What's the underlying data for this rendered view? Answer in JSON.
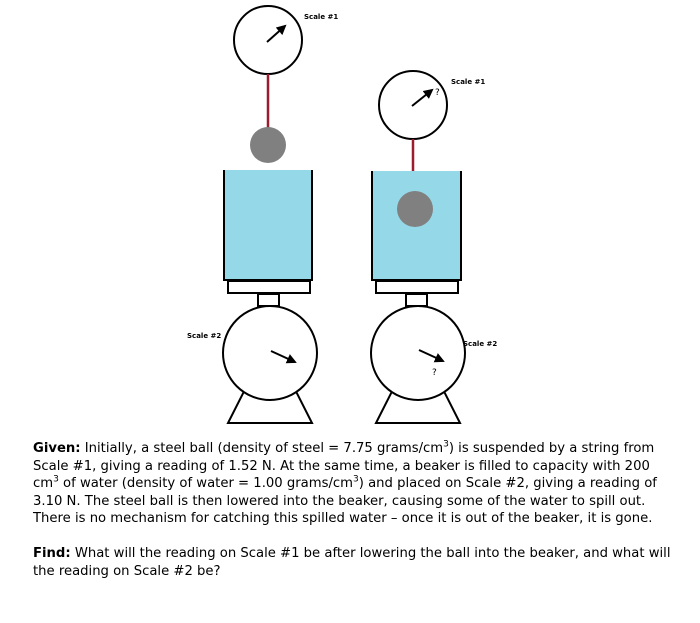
{
  "labels": {
    "scale1_left": "Scale #1",
    "scale1_right": "Scale #1",
    "scale2_left": "Scale #2",
    "scale2_right": "Scale #2",
    "unknown_reading_top": "?",
    "unknown_reading_bottom": "?"
  },
  "colors": {
    "water": "#95d9e8",
    "string": "#9b1c2c",
    "ball": "#808080",
    "outline": "#000000"
  },
  "text": {
    "given_lead": "Given:",
    "given_p1": " Initially, a steel ball (density of steel = 7.75 grams/cm",
    "given_sup1": "3",
    "given_p2": ") is suspended by a string from Scale #1, giving a reading of 1.52 N. At the same time, a beaker is filled to capacity with 200 cm",
    "given_sup2": "3",
    "given_p3": " of water (density of water = 1.00 grams/cm",
    "given_sup3": "3",
    "given_p4": ") and placed on Scale #2, giving a reading of 3.10 N. The steel ball is then lowered into the beaker, causing some of the water to spill out. There is no mechanism for catching this spilled water – once it is out of the beaker, it is gone.",
    "find_lead": "Find:",
    "find_body": "  What will the reading on Scale #1 be after lowering the ball into the beaker, and what will the reading on Scale #2 be?"
  }
}
